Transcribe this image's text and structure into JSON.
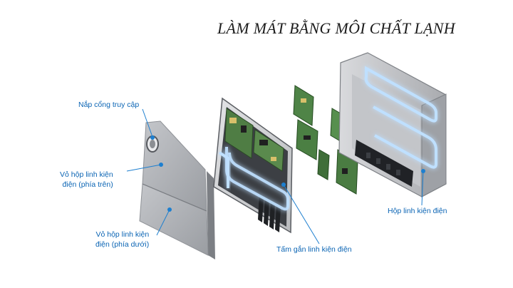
{
  "title": "LÀM MÁT BẰNG MÔI CHẤT LẠNH",
  "labels": {
    "access_cover": "Nắp cổng truy cập",
    "upper_case": [
      "Vỏ hộp linh kiện",
      "điện (phía trên)"
    ],
    "lower_case": [
      "Vỏ hộp linh kiện",
      "điện (phía dưới)"
    ],
    "mount_plate": "Tấm gắn linh kiện điện",
    "component_box": "Hộp linh kiện điện"
  },
  "colors": {
    "label_text": "#0a64b4",
    "leader_line": "#1d7fd0",
    "glow": "#3a8cff",
    "pcb": "#3f7a3a",
    "housing": "#c9cbcf"
  }
}
